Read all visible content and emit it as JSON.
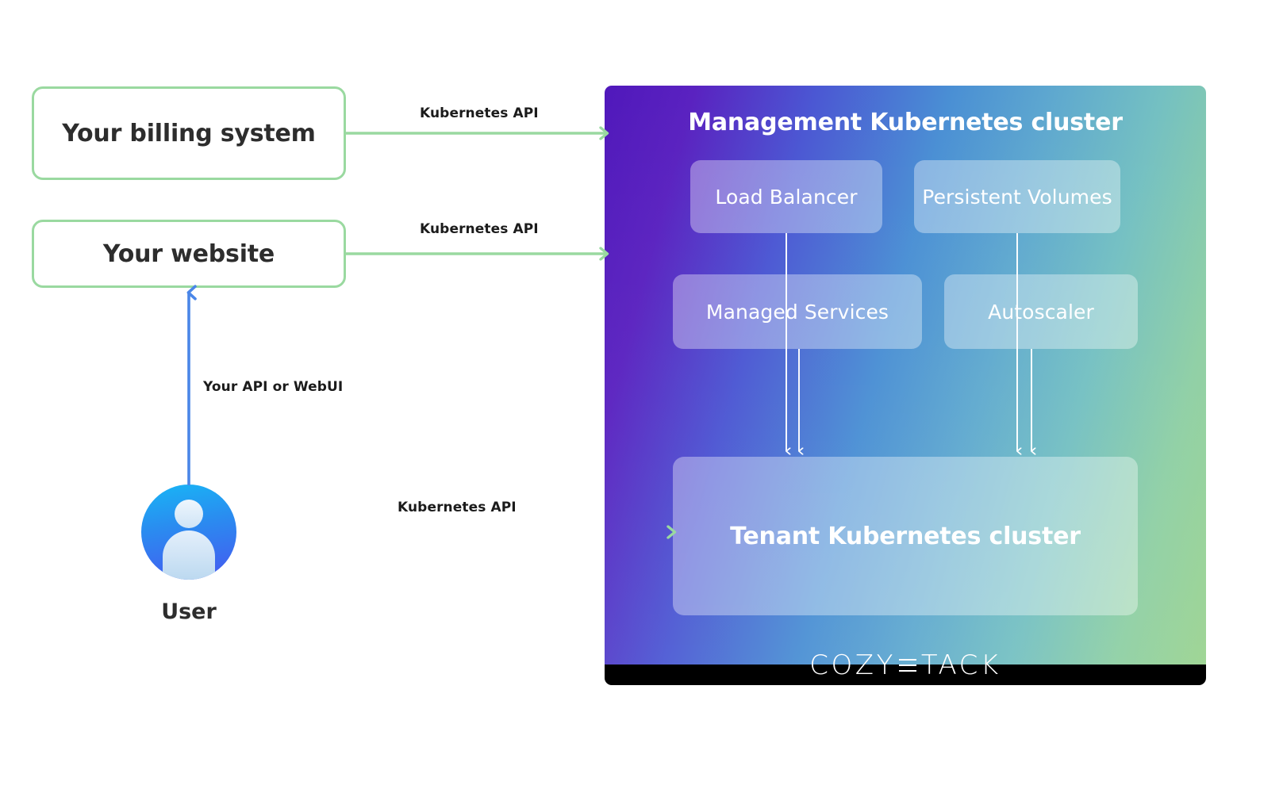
{
  "colors": {
    "green_arrow": "#9ad9a0",
    "green_border": "#9ad9a0",
    "blue_arrow": "#4a86e8",
    "cluster_purple": "#5018bb",
    "cluster_blue": "#4a8fd4",
    "cluster_green": "#9ad38f",
    "logo_bar": "#000000",
    "text_dark": "#2d2d2d",
    "panel_white": "#ffffff"
  },
  "external": {
    "billing_system": "Your billing system",
    "website": "Your website"
  },
  "connectors": {
    "api_billing": "Kubernetes API",
    "api_website": "Kubernetes API",
    "api_user": "Kubernetes API",
    "webui": "Your API or WebUI"
  },
  "user": {
    "label": "User",
    "icon": "user-avatar-icon"
  },
  "cluster": {
    "title": "Management Kubernetes cluster",
    "services": [
      {
        "label": "Load Balancer"
      },
      {
        "label": "Persistent Volumes"
      },
      {
        "label": "Managed Services"
      },
      {
        "label": "Autoscaler"
      }
    ],
    "tenant": "Tenant Kubernetes cluster",
    "logo": {
      "part_a": "COZY",
      "mark": "equals-bars-icon",
      "part_b": "TACK",
      "full": "COZYSTACK"
    }
  },
  "chart_data": {
    "type": "diagram",
    "title": "Cozystack managed Kubernetes architecture",
    "nodes": [
      {
        "id": "billing",
        "label": "Your billing system",
        "group": "external"
      },
      {
        "id": "website",
        "label": "Your website",
        "group": "external"
      },
      {
        "id": "user",
        "label": "User",
        "group": "actor"
      },
      {
        "id": "mgmt",
        "label": "Management Kubernetes cluster",
        "group": "cluster"
      },
      {
        "id": "lb",
        "label": "Load Balancer",
        "group": "service"
      },
      {
        "id": "pv",
        "label": "Persistent Volumes",
        "group": "service"
      },
      {
        "id": "ms",
        "label": "Managed Services",
        "group": "service"
      },
      {
        "id": "as",
        "label": "Autoscaler",
        "group": "service"
      },
      {
        "id": "tenant",
        "label": "Tenant Kubernetes cluster",
        "group": "cluster"
      }
    ],
    "edges": [
      {
        "from": "billing",
        "to": "mgmt",
        "label": "Kubernetes API",
        "color": "#9ad9a0"
      },
      {
        "from": "website",
        "to": "mgmt",
        "label": "Kubernetes API",
        "color": "#9ad9a0"
      },
      {
        "from": "user",
        "to": "website",
        "label": "Your API or WebUI",
        "color": "#4a86e8"
      },
      {
        "from": "user",
        "to": "tenant",
        "label": "Kubernetes API",
        "color": "#9ad9a0"
      },
      {
        "from": "lb",
        "to": "tenant",
        "label": "",
        "color": "#ffffff"
      },
      {
        "from": "ms",
        "to": "tenant",
        "label": "",
        "color": "#ffffff"
      },
      {
        "from": "pv",
        "to": "tenant",
        "label": "",
        "color": "#ffffff"
      },
      {
        "from": "as",
        "to": "tenant",
        "label": "",
        "color": "#ffffff"
      }
    ]
  }
}
